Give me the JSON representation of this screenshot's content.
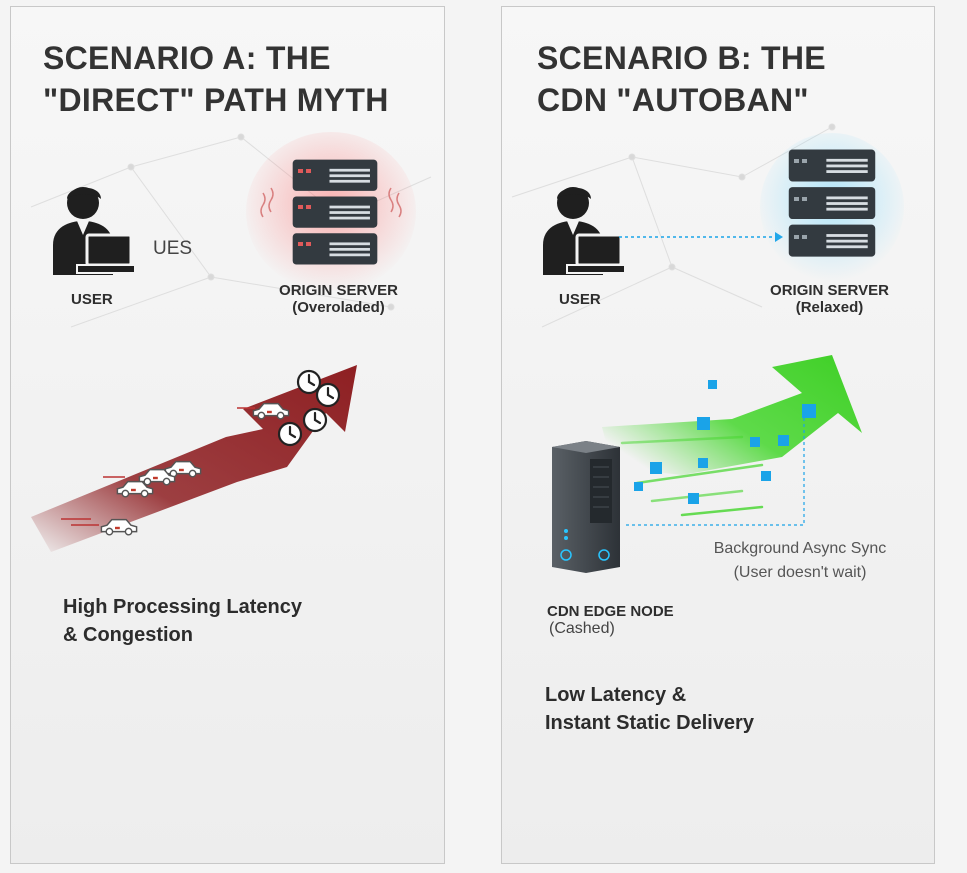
{
  "scenario_a": {
    "title_line1": "SCENARIO A: THE",
    "title_line2": "\"DIRECT\" PATH MYTH",
    "user_label": "USER",
    "middle_text": "UES",
    "server_label": "ORIGIN SERVER",
    "server_status": "(Overoladed)",
    "caption_line1": "High Processing Latency",
    "caption_line2": "& Congestion",
    "accent_color": "#8e1f22"
  },
  "scenario_b": {
    "title_line1": "SCENARIO B: THE",
    "title_line2": "CDN \"AUTOBAN\"",
    "user_label": "USER",
    "server_label": "ORIGIN SERVER",
    "server_status": "(Relaxed)",
    "cdn_label": "CDN EDGE NODE",
    "cdn_status": "(Cashed)",
    "sync_line1": "Background Async Sync",
    "sync_line2": "(User doesn't wait)",
    "caption_line1": "Low Latency &",
    "caption_line2": "Instant Static Delivery",
    "accent_color": "#44d62c",
    "packet_color": "#1aa3e8"
  },
  "icons": [
    "user-laptop-icon",
    "server-rack-icon",
    "traffic-arrow-icon",
    "clock-icon",
    "car-icon",
    "speed-arrow-icon",
    "data-packet-icon",
    "cdn-node-icon"
  ]
}
